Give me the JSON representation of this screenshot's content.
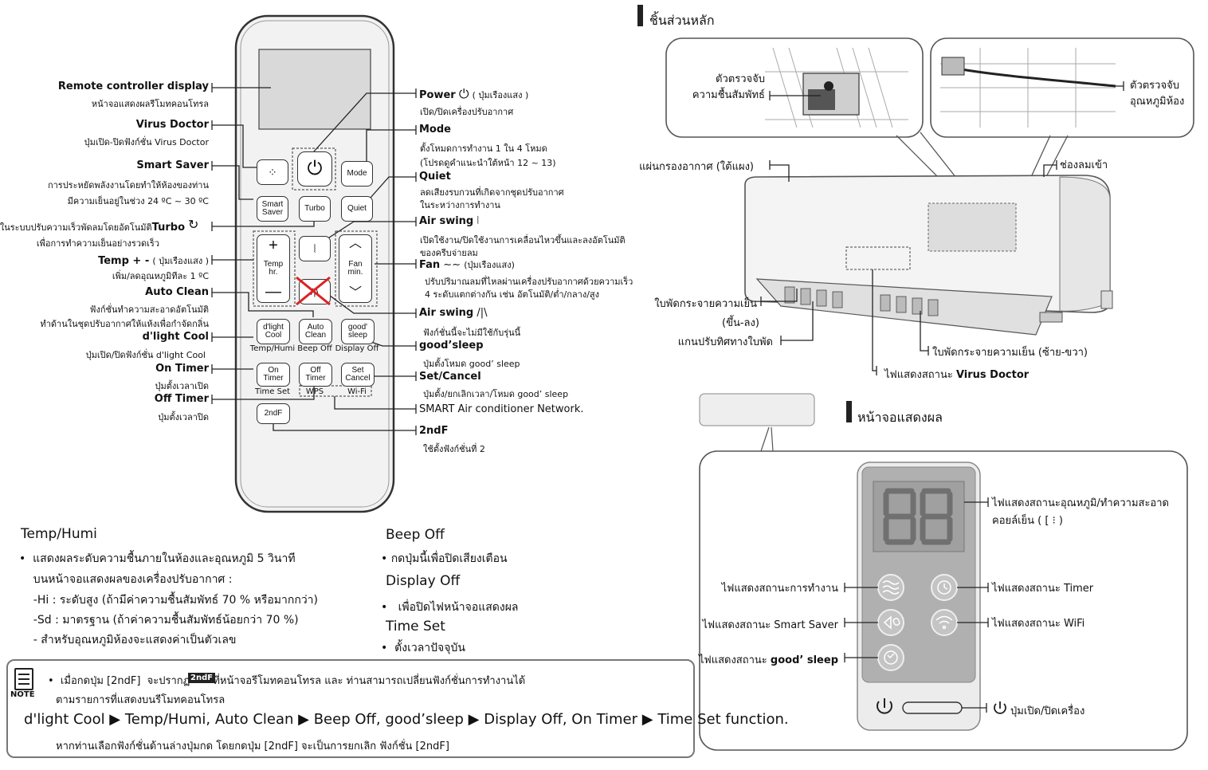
{
  "remote": {
    "buttons": {
      "mode": "Mode",
      "smart_saver": "Smart\nSaver",
      "turbo": "Turbo",
      "quiet": "Quiet",
      "temp": "Temp\nhr.",
      "fan": "Fan\nmin.",
      "dlight": "d'light\nCool",
      "auto_clean": "Auto\nClean",
      "good_sleep": "good'\nsleep",
      "on_timer": "On\nTimer",
      "off_timer": "Off\nTimer",
      "set_cancel": "Set\nCancel",
      "second_f": "2ndF"
    },
    "sub_labels": {
      "temp_humi": "Temp/Humi",
      "beep_off": "Beep Off",
      "display_off": "Display Off",
      "time_set": "Time Set",
      "wps": "WPS",
      "wifi": "Wi-Fi"
    }
  },
  "left_labels": [
    {
      "title": "Remote controller display",
      "desc": "หน้าจอแสดงผลรีโมทคอนโทรล"
    },
    {
      "title": "Virus Doctor",
      "desc": "ปุ่มเปิด-ปิดฟังก์ชั่น Virus Doctor"
    },
    {
      "title": "Smart Saver",
      "desc": "การประหยัดพลังงานโดยทำให้ห้องของท่าน",
      "desc2": "มีความเย็นอยู่ในช่วง 24 ºC ~ 30 ºC"
    },
    {
      "title": "Turbo",
      "desc": "ทำงานในระบบปรับความเร็วพัดลมโดยอัตโนมัติ",
      "desc2": "เพื่อการทำความเย็นอย่างรวดเร็ว"
    },
    {
      "title": "Temp + -",
      "paren": "( ปุ่มเรืองแสง )",
      "desc": "เพิ่ม/ลดอุณหภูมิทีละ 1 ºC"
    },
    {
      "title": "Auto Clean",
      "desc": "ฟังก์ชั่นทำความสะอาดอัตโนมัติ",
      "desc2": "ทำด้านในชุดปรับอากาศให้แห้งเพื่อกำจัดกลิ่น"
    },
    {
      "title": "d'light Cool",
      "desc": "ปุ่มเปิด/ปิดฟังก์ชั่น d'light Cool"
    },
    {
      "title": "On Timer",
      "desc": "ปุ่มตั้งเวลาเปิด"
    },
    {
      "title": "Off Timer",
      "desc": "ปุ่มตั้งเวลาปิด"
    }
  ],
  "right_labels": [
    {
      "title": "Power",
      "paren": "( ปุ่มเรืองแสง )",
      "desc": "เปิด/ปิดเครื่องปรับอากาศ"
    },
    {
      "title": "Mode",
      "desc": "ตั้งโหมดการทำงาน 1 ใน 4 โหมด",
      "desc2": "(โปรดดูคำแนะนำใต้หน้า 12 ~ 13)"
    },
    {
      "title": "Quiet",
      "desc": "ลดเสียงรบกวนที่เกิดจากชุดปรับอากาศ",
      "desc2": "ในระหว่างการทำงาน"
    },
    {
      "title": "Air swing",
      "desc": "เปิดใช้งาน/ปิดใช้งานการเคลื่อนไหวขึ้นและลงอัตโนมัติ",
      "desc2": "ของครีบจ่ายลม"
    },
    {
      "title": "Fan",
      "paren": "(ปุ่มเรืองแสง)",
      "desc": "ปรับปริมาณลมที่ไหลผ่านเครื่องปรับอากาศด้วยความเร็ว",
      "desc2": "4 ระดับแตกต่างกัน เช่น อัตโนมัติ/ต่ำ/กลาง/สูง"
    },
    {
      "title": "Air swing",
      "desc": "ฟังก์ชั่นนี้จะไม่มีใช้กับรุ่นนี้"
    },
    {
      "title": "good’sleep",
      "desc": "ปุ่มตั้งโหมด good’ sleep"
    },
    {
      "title": "Set/Cancel",
      "desc": "ปุ่มตั้ง/ยกเลิกเวลา/โหมด  good’ sleep"
    },
    {
      "title": "SMART Air conditioner Network."
    },
    {
      "title": "2ndF",
      "desc": "ใช้ตั้งฟังก์ชั่นที่ 2"
    }
  ],
  "bottom": {
    "temp_humi_title": "Temp/Humi",
    "temp_humi_lines": [
      "•  แสดงผลระดับความชื้นภายในห้องและอุณหภูมิ 5 วินาที",
      "    บนหน้าจอแสดงผลของเครื่องปรับอากาศ :",
      "    -Hi : ระดับสูง (ถ้ามีค่าความชื้นสัมพัทธ์ 70 % หรือมากกว่า)",
      "    -Sd : มาตรฐาน (ถ้าค่าความชื้นสัมพัทธ์น้อยกว่า 70 %)",
      "    - สำหรับอุณหภูมิห้องจะแสดงค่าเป็นตัวเลข"
    ],
    "beep_off_title": "Beep Off",
    "beep_off_line": "• กดปุ่มนี้เพื่อปิดเสียงเตือน",
    "display_off_title": "Display Off",
    "display_off_line": "•   เพื่อปิดไฟหน้าจอแสดงผล",
    "time_set_title": "Time Set",
    "time_set_line": "•  ตั้งเวลาปัจจุบัน"
  },
  "note": {
    "label": "NOTE",
    "line1": "•  เมื่อกดปุ่ม [2ndF]  จะปรากฏ       ที่หน้าจอรีโมทคอนโทรล และ ท่านสามารถเปลี่ยนฟังก์ชั่นการทำงานได้",
    "badge": "2ndF",
    "line2": "ตามรายการที่แสดงบนรีโมทคอนโทรล",
    "line3": "d'light Cool ▶ Temp/Humi, Auto Clean ▶ Beep Off, good’sleep ▶ Display Off, On Timer ▶ Time Set function.",
    "line4": "หากท่านเลือกฟังก์ชั่นด้านล่างปุ่มกด โดยกดปุ่ม [2ndF] จะเป็นการยกเลิก ฟังก์ชั่น [2ndF]"
  },
  "unit": {
    "section_title": "ชิ้นส่วนหลัก",
    "humidity_sensor": "ตัวตรวจจับ\nความชื้นสัมพัทธ์",
    "temp_sensor": "ตัวตรวจจับ\nอุณหภูมิห้อง",
    "filter": "แผ่นกรองอากาศ (ใต้แผง)",
    "air_inlet": "ช่องลมเข้า",
    "blade_ud": "ใบพัดกระจายความเย็น",
    "blade_ud2": "(ขึ้น-ลง)",
    "blade_axis": "แกนปรับทิศทางใบพัด",
    "blade_lr": "ใบพัดกระจายความเย็น (ซ้าย-ขวา)",
    "virus_led": "ไฟแสดงสถานะ",
    "virus_led_bold": "Virus Doctor"
  },
  "display": {
    "section_title": "หน้าจอแสดงผล",
    "temp_led": "ไฟแสดงสถานะอุณหภูมิ/ทำความสะอาด",
    "temp_led2": "คอยล์เย็น (",
    "temp_led2_end": ")",
    "operation_led": "ไฟแสดงสถานะการทำงาน",
    "timer_led": "ไฟแสดงสถานะ Timer",
    "smart_saver_led": "ไฟแสดงสถานะ Smart Saver",
    "wifi_led": "ไฟแสดงสถานะ WiFi",
    "good_sleep_led": "ไฟแสดงสถานะ",
    "good_sleep_led_bold": "good’ sleep",
    "power_btn": "ปุ่มเปิด/ปิดเครื่อง"
  },
  "colors": {
    "ink": "#111111",
    "panel": "#a8a8a8",
    "outline": "#333333"
  }
}
